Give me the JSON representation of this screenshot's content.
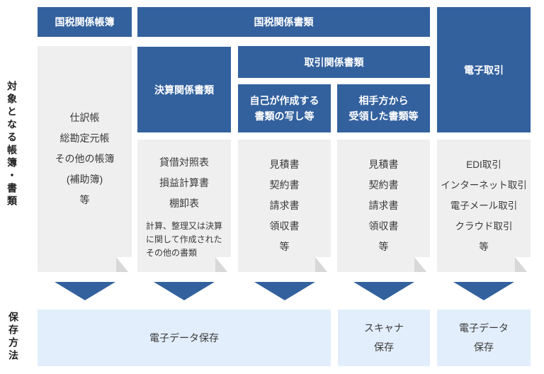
{
  "colors": {
    "dark_blue": "#33619e",
    "light_blue": "#e2eefb",
    "box_gray": "#efefef",
    "fold_gray": "#d8d8d8",
    "text_color": "#3a3a3a"
  },
  "side_labels": {
    "target": "対象となる帳簿・書類",
    "save_method": "保存方法"
  },
  "headers": {
    "national_tax_books": "国税関係帳簿",
    "national_tax_documents": "国税関係書類",
    "settlement_documents": "決算関係書類",
    "transaction_documents": "取引関係書類",
    "self_created": [
      "自己が作成する",
      "書類の写し等"
    ],
    "received": [
      "相手方から",
      "受領した書類等"
    ],
    "electronic_transaction": "電子取引"
  },
  "lists": {
    "books": [
      "仕訳帳",
      "総勘定元帳",
      "その他の帳簿",
      "(補助簿)",
      "等"
    ],
    "settlement": [
      "貸借対照表",
      "損益計算書",
      "棚卸表"
    ],
    "settlement_note": [
      "計算、整理又は決算",
      "に関して作成された",
      "その他の書類"
    ],
    "self_created": [
      "見積書",
      "契約書",
      "請求書",
      "領収書",
      "等"
    ],
    "received": [
      "見積書",
      "契約書",
      "請求書",
      "領収書",
      "等"
    ],
    "electronic": [
      "EDI取引",
      "インターネット取引",
      "電子メール取引",
      "クラウド取引",
      "等"
    ]
  },
  "save_methods": {
    "electronic_data": "電子データ保存",
    "scanner": [
      "スキャナ",
      "保存"
    ],
    "electronic_data2": [
      "電子データ",
      "保存"
    ]
  }
}
